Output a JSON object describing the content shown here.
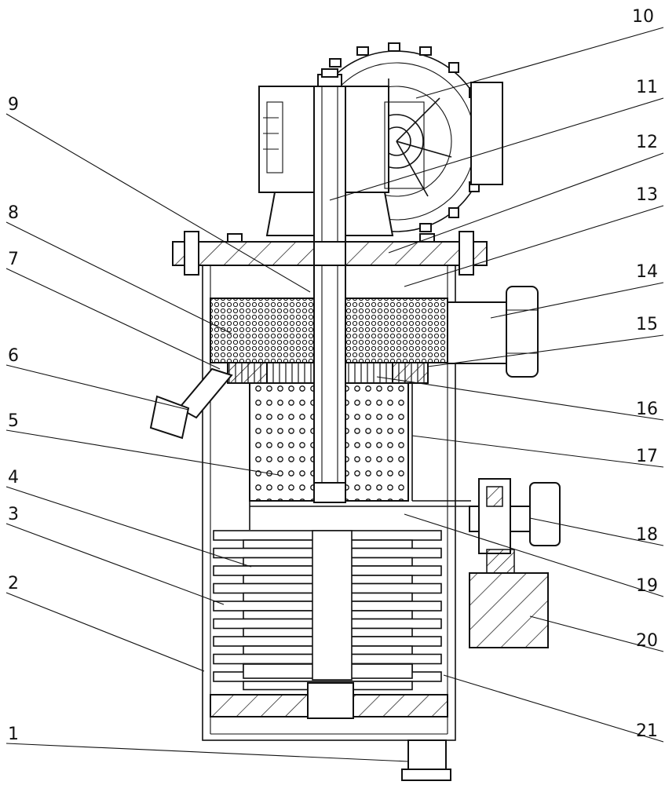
{
  "labels": [
    {
      "id": "1",
      "text": "1"
    },
    {
      "id": "2",
      "text": "2"
    },
    {
      "id": "3",
      "text": "3"
    },
    {
      "id": "4",
      "text": "4"
    },
    {
      "id": "5",
      "text": "5"
    },
    {
      "id": "6",
      "text": "6"
    },
    {
      "id": "7",
      "text": "7"
    },
    {
      "id": "8",
      "text": "8"
    },
    {
      "id": "9",
      "text": "9"
    },
    {
      "id": "10",
      "text": "10"
    },
    {
      "id": "11",
      "text": "11"
    },
    {
      "id": "12",
      "text": "12"
    },
    {
      "id": "13",
      "text": "13"
    },
    {
      "id": "14",
      "text": "14"
    },
    {
      "id": "15",
      "text": "15"
    },
    {
      "id": "16",
      "text": "16"
    },
    {
      "id": "17",
      "text": "17"
    },
    {
      "id": "18",
      "text": "18"
    },
    {
      "id": "19",
      "text": "19"
    },
    {
      "id": "20",
      "text": "20"
    },
    {
      "id": "21",
      "text": "21"
    }
  ]
}
